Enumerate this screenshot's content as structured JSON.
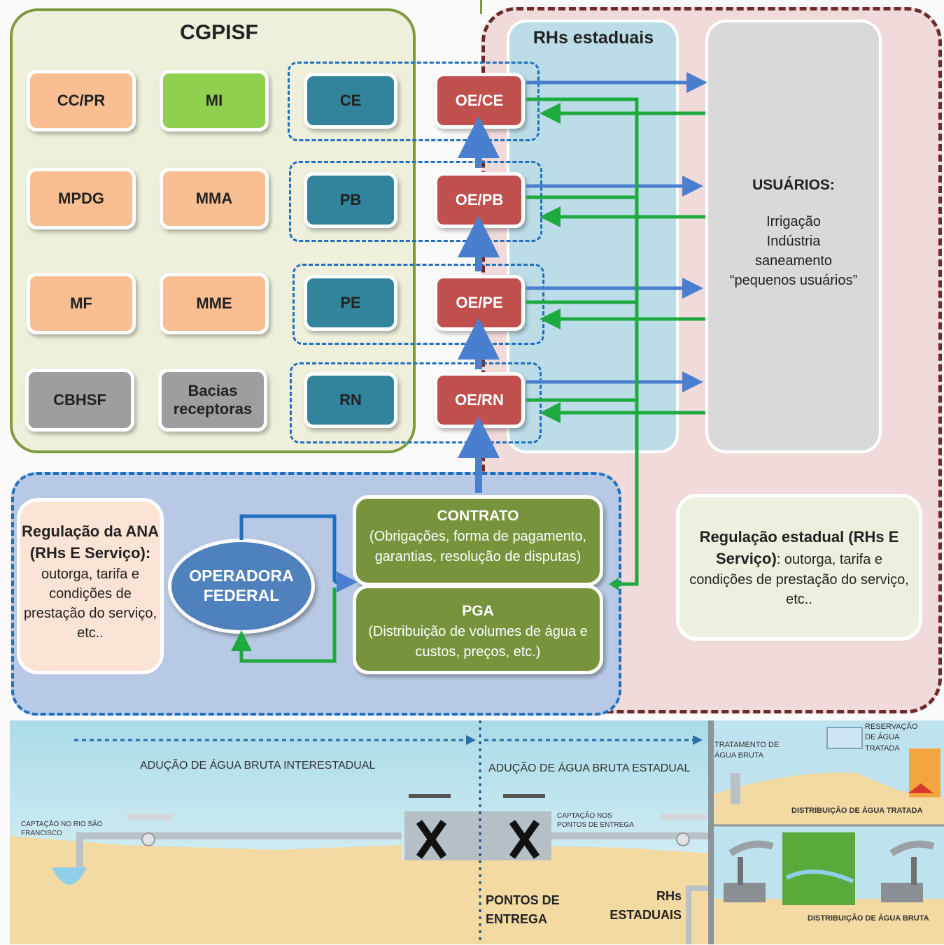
{
  "cgpisf": {
    "title": "CGPISF",
    "left_boxes": [
      {
        "label": "CC/PR",
        "color": "#f9bf93"
      },
      {
        "label": "MI",
        "color": "#8fd14f"
      },
      {
        "label": "MPDG",
        "color": "#f9bf93"
      },
      {
        "label": "MMA",
        "color": "#f9bf93"
      },
      {
        "label": "MF",
        "color": "#f9bf93"
      },
      {
        "label": "MME",
        "color": "#f9bf93"
      },
      {
        "label": "CBHSF",
        "color": "#9e9e9e"
      },
      {
        "label": "Bacias receptoras",
        "color": "#9e9e9e"
      }
    ],
    "states": [
      "CE",
      "PB",
      "PE",
      "RN"
    ]
  },
  "state_operators": [
    "OE/CE",
    "OE/PB",
    "OE/PE",
    "OE/RN"
  ],
  "rhs_panel": {
    "title": "RHs estaduais"
  },
  "users": {
    "title": "USUÁRIOS:",
    "items": [
      "Irrigação",
      "Indústria",
      "saneamento",
      "“pequenos usuários”"
    ]
  },
  "ana_regulation": {
    "title": "Regulação da ANA (RHs E Serviço):",
    "text": "outorga, tarifa e condições de prestação do serviço, etc.."
  },
  "operator": {
    "label": "OPERADORA FEDERAL"
  },
  "contract": {
    "title": "CONTRATO",
    "text": "(Obrigações, forma de pagamento, garantias, resolução de disputas)"
  },
  "pga": {
    "title": "PGA",
    "text": "(Distribuição de volumes de água e custos, preços, etc.)"
  },
  "state_regulation": {
    "title": "Regulação estadual (RHs E Serviço)",
    "text": ": outorga, tarifa e condições de prestação do serviço, etc.."
  },
  "bottom": {
    "interstate": "ADUÇÃO DE ÁGUA BRUTA INTERESTADUAL",
    "state": "ADUÇÃO DE ÁGUA BRUTA ESTADUAL",
    "capture_river": "CAPTAÇÃO NO RIO SÃO FRANCISCO",
    "capture_points": "CAPTAÇÃO NOS PONTOS DE ENTREGA",
    "delivery_points": "PONTOS DE ENTREGA",
    "rhs_states": "RHs ESTADUAIS",
    "treatment": "TRATAMENTO DE ÁGUA BRUTA",
    "reservation": "RESERVAÇÃO DE ÁGUA TRATADA",
    "dist_treated": "DISTRIBUIÇÃO DE ÁGUA TRATADA",
    "dist_raw": "DISTRIBUIÇÃO DE ÁGUA BRUTA"
  },
  "colors": {
    "blue_arrow": "#4a7fd0",
    "green_arrow": "#1faa3f",
    "dashed_blue": "#1f6fc0",
    "dashed_brown": "#6d2a2a"
  }
}
